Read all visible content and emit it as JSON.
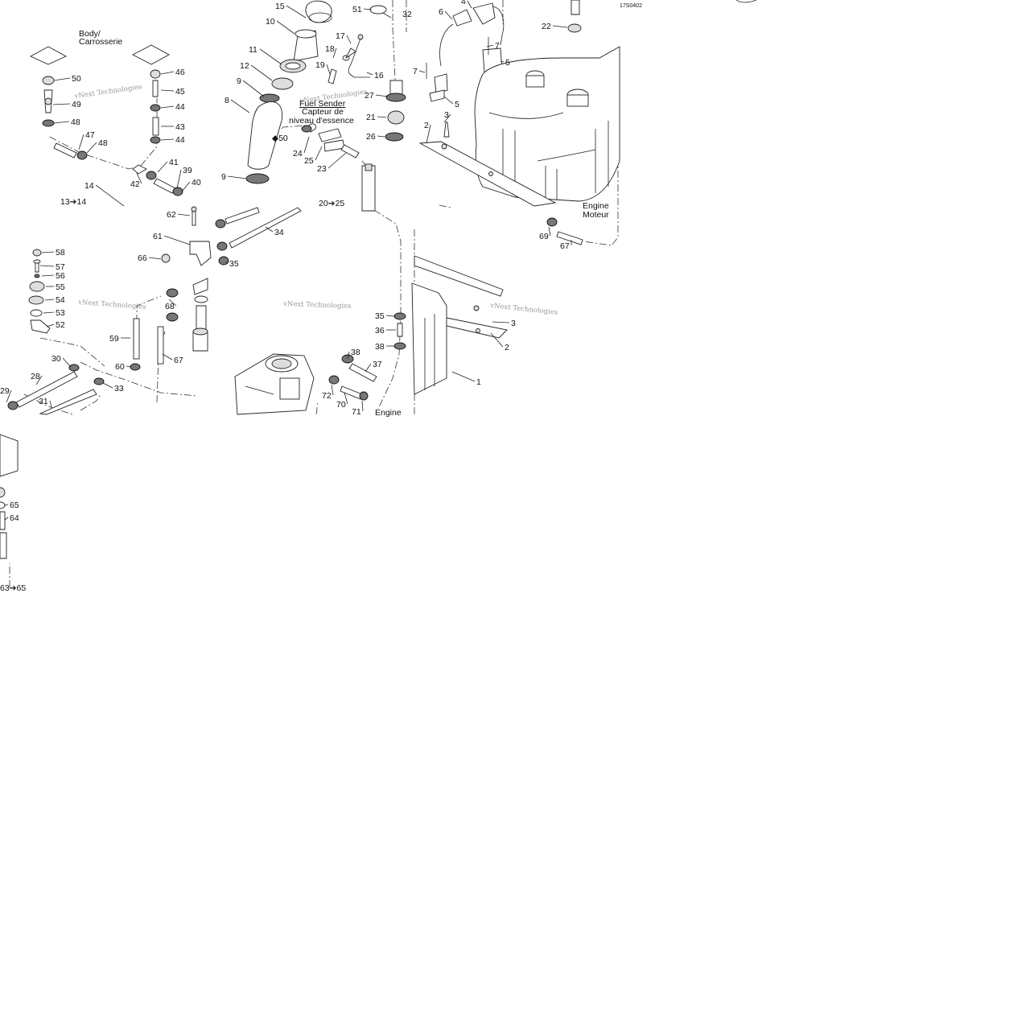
{
  "diagram": {
    "code": "17S0402",
    "watermark": "vNext Technologies",
    "texts": {
      "body": [
        "Body/",
        "Carrosserie"
      ],
      "fuel_sender": [
        "Fuel Sender",
        "Capteur de",
        "niveau d'essence"
      ],
      "engine_bottom": "Engine",
      "engine_right": [
        "Engine",
        "Moteur"
      ],
      "range_13_14": "13➔14",
      "range_20_25": "20➔25",
      "range_63_65": "63➔65",
      "drop_50": "◆50"
    },
    "callouts": [
      "15",
      "51",
      "32",
      "4",
      "6",
      "22",
      "10",
      "17",
      "7",
      "5",
      "11",
      "18",
      "19",
      "16",
      "12",
      "9",
      "27",
      "8",
      "21",
      "26",
      "2",
      "3",
      "24",
      "25",
      "23",
      "20",
      "1",
      "28",
      "29",
      "30",
      "31",
      "33",
      "34",
      "35",
      "36",
      "37",
      "38",
      "39",
      "40",
      "41",
      "42",
      "43",
      "44",
      "45",
      "46",
      "47",
      "48",
      "49",
      "50",
      "52",
      "53",
      "54",
      "55",
      "56",
      "57",
      "58",
      "59",
      "60",
      "61",
      "62",
      "64",
      "65",
      "66",
      "67",
      "68",
      "69",
      "70",
      "71",
      "72",
      "14"
    ]
  }
}
